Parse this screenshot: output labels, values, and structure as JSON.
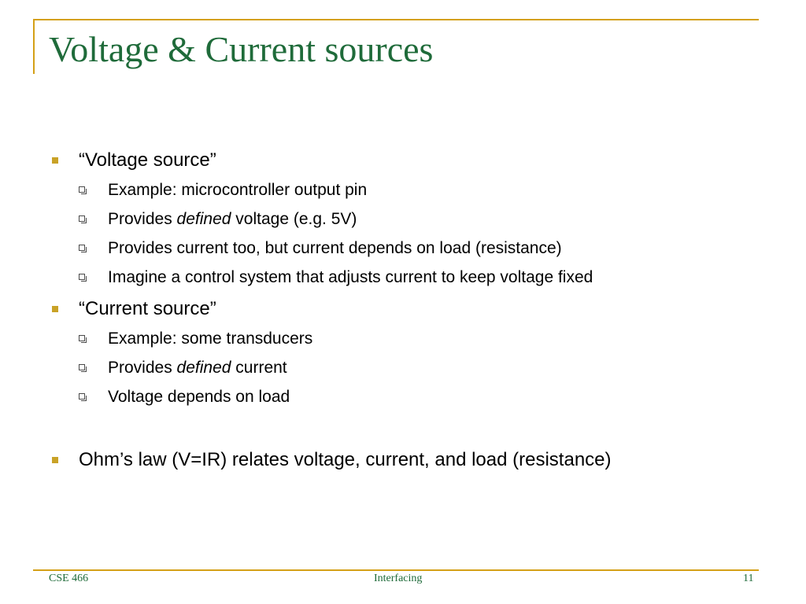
{
  "slide": {
    "title": "Voltage & Current sources",
    "items": [
      {
        "text": "“Voltage source”",
        "subitems": [
          {
            "parts": [
              "Example: microcontroller output pin"
            ]
          },
          {
            "parts": [
              "Provides ",
              "defined",
              " voltage (e.g. 5V)"
            ]
          },
          {
            "parts": [
              "Provides current too, but current depends on load (resistance)"
            ]
          },
          {
            "parts": [
              "Imagine a control system that adjusts current to keep voltage fixed"
            ]
          }
        ]
      },
      {
        "text": "“Current source”",
        "subitems": [
          {
            "parts": [
              "Example: some transducers"
            ]
          },
          {
            "parts": [
              "Provides ",
              "defined",
              " current"
            ]
          },
          {
            "parts": [
              "Voltage depends on load"
            ]
          }
        ]
      },
      {
        "text": "Ohm’s law (V=IR) relates voltage, current, and load (resistance)",
        "subitems": []
      }
    ]
  },
  "footer": {
    "left": "CSE 466",
    "center": "Interfacing",
    "right": "11"
  },
  "colors": {
    "title": "#1f6b3a",
    "accent": "#d4a017",
    "bullet": "#c9a227"
  }
}
